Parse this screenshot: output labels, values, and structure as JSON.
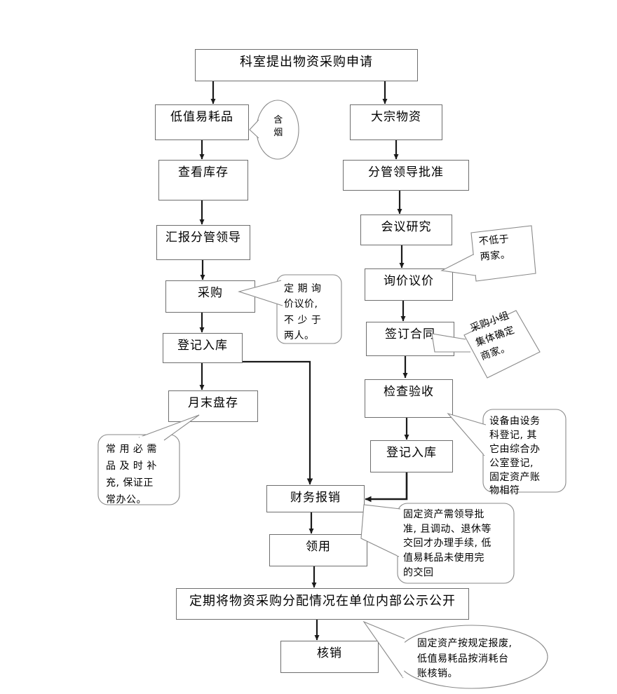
{
  "diagram": {
    "title_node": "科室提出物资采购申请",
    "nodes": [
      {
        "id": "apply",
        "label": "科室提出物资采购申请"
      },
      {
        "id": "low_value",
        "label": "低值易耗品"
      },
      {
        "id": "bulk",
        "label": "大宗物资"
      },
      {
        "id": "check_stock",
        "label": "查看库存"
      },
      {
        "id": "report_lead",
        "label": "分管领导批准"
      },
      {
        "id": "report_to",
        "label": "汇报分管领导"
      },
      {
        "id": "meeting",
        "label": "会议研究"
      },
      {
        "id": "purchase",
        "label": "采购"
      },
      {
        "id": "inquiry",
        "label": "询价议价"
      },
      {
        "id": "register_l",
        "label": "登记入库"
      },
      {
        "id": "contract",
        "label": "签订合同"
      },
      {
        "id": "month_end",
        "label": "月末盘存"
      },
      {
        "id": "inspect",
        "label": "检查验收"
      },
      {
        "id": "register_r",
        "label": "登记入库"
      },
      {
        "id": "reimburse",
        "label": "财务报销"
      },
      {
        "id": "collect",
        "label": "领用"
      },
      {
        "id": "publicize",
        "label": "定期将物资采购分配情况在单位内部公示公开"
      },
      {
        "id": "writeoff",
        "label": "核销"
      }
    ],
    "callouts": [
      {
        "id": "co_smoke",
        "text": "含\n烟"
      },
      {
        "id": "co_two_firms",
        "text": "不低于\n两家。"
      },
      {
        "id": "co_price",
        "text": "定 期 询\n价议价,\n不 少 于\n两人。"
      },
      {
        "id": "co_group",
        "text": "采购小组\n集体确定\n商家。"
      },
      {
        "id": "co_supply",
        "text": "常 用 必 需\n品 及 时 补\n充, 保证正\n常办公。"
      },
      {
        "id": "co_register",
        "text": "设备由设务\n科登记, 其\n它由综合办\n公室登记,\n固定资产账\n物相符"
      },
      {
        "id": "co_fixed",
        "text": "固定资产需领导批\n准, 且调动、退休等\n交回才办理手续, 低\n值易耗品未使用完\n的交回"
      },
      {
        "id": "co_writeoff",
        "text": "固定资产按规定报废,\n低值易耗品按消耗台\n账核销。"
      }
    ],
    "colors": {
      "box_border": "#6e6e6e",
      "callout_border": "#8a8a8a",
      "arrow": "#1a1a1a",
      "background": "#ffffff",
      "text": "#000000"
    }
  }
}
